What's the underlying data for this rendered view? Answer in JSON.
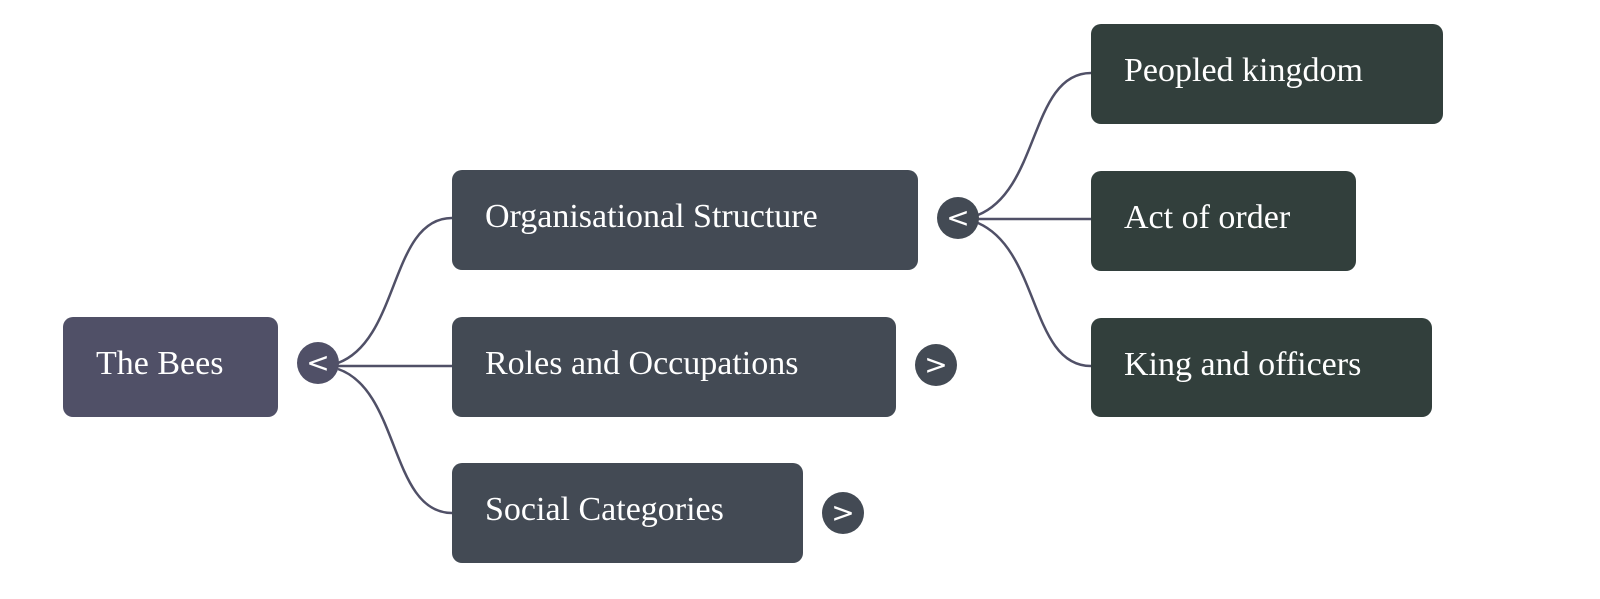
{
  "root": {
    "label": "The Bees",
    "toggle": "<"
  },
  "children": [
    {
      "label": "Organisational Structure",
      "toggle": "<",
      "expanded": true
    },
    {
      "label": "Roles and Occupations",
      "toggle": ">",
      "expanded": false
    },
    {
      "label": "Social Categories",
      "toggle": ">",
      "expanded": false
    }
  ],
  "grandchildren": [
    {
      "label": "Peopled kingdom"
    },
    {
      "label": "Act of order"
    },
    {
      "label": "King and officers"
    }
  ],
  "colors": {
    "root": "#505067",
    "level1": "#434a54",
    "level2": "#323f3c",
    "link": "#505067"
  }
}
